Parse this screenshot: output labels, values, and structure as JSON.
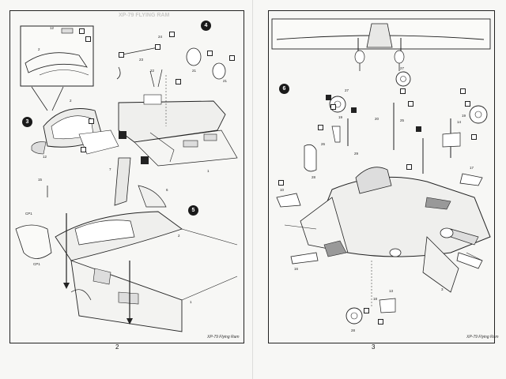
{
  "left_page": {
    "page_number": "2",
    "footer_title": "XP-79 Flying Ram",
    "ghost_header": "XP-79 FLYING RAM",
    "steps": [
      "3",
      "4",
      "5"
    ],
    "part_labels": [
      "12",
      "2",
      "2",
      "12",
      "24",
      "23",
      "22",
      "21",
      "21",
      "7",
      "15",
      "6",
      "CP1",
      "CP1",
      "2",
      "1",
      "1"
    ]
  },
  "right_page": {
    "page_number": "3",
    "footer_title": "XP-79 Flying Ram",
    "steps": [
      "6"
    ],
    "part_labels": [
      "27",
      "27",
      "19",
      "20",
      "25",
      "14",
      "19",
      "26",
      "29",
      "28",
      "10",
      "17",
      "16",
      "3",
      "18",
      "13",
      "28"
    ]
  },
  "colors": {
    "paper": "#f7f7f5",
    "ink": "#1a1a1a",
    "shade": "#bdbdbb"
  }
}
